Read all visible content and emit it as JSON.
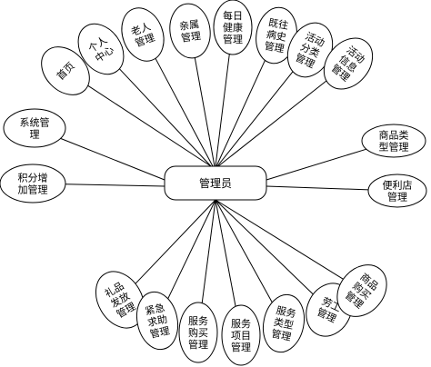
{
  "center": {
    "label": "管理员"
  },
  "nodes": [
    {
      "id": "home",
      "lines": [
        "首页"
      ]
    },
    {
      "id": "personal-center",
      "lines": [
        "个人",
        "中心"
      ]
    },
    {
      "id": "elder-management",
      "lines": [
        "老人",
        "管理"
      ]
    },
    {
      "id": "family-management",
      "lines": [
        "亲属",
        "管理"
      ]
    },
    {
      "id": "daily-health-management",
      "lines": [
        "每日",
        "健康",
        "管理"
      ]
    },
    {
      "id": "medical-history-management",
      "lines": [
        "既往",
        "病史",
        "管理"
      ]
    },
    {
      "id": "activity-category-management",
      "lines": [
        "活动",
        "分类",
        "管理"
      ]
    },
    {
      "id": "activity-info-management",
      "lines": [
        "活动",
        "信息",
        "管理"
      ]
    },
    {
      "id": "system-management",
      "lines": [
        "系统管",
        "理"
      ]
    },
    {
      "id": "points-add-management",
      "lines": [
        "积分增",
        "加管理"
      ]
    },
    {
      "id": "product-type-management",
      "lines": [
        "商品类",
        "型管理"
      ]
    },
    {
      "id": "convenience-store-management",
      "lines": [
        "便利店",
        "管理"
      ]
    },
    {
      "id": "gift-distribution-management",
      "lines": [
        "礼品",
        "发放",
        "管理"
      ]
    },
    {
      "id": "emergency-help-management",
      "lines": [
        "紧急",
        "求助",
        "管理"
      ]
    },
    {
      "id": "service-purchase-management",
      "lines": [
        "服务",
        "购买",
        "管理"
      ]
    },
    {
      "id": "service-item-management",
      "lines": [
        "服务",
        "项目",
        "管理"
      ]
    },
    {
      "id": "service-type-management",
      "lines": [
        "服务",
        "类型",
        "管理"
      ]
    },
    {
      "id": "labor-management",
      "lines": [
        "劳工",
        "管理"
      ]
    },
    {
      "id": "product-purchase-management",
      "lines": [
        "商品",
        "购买",
        "管理"
      ]
    }
  ]
}
